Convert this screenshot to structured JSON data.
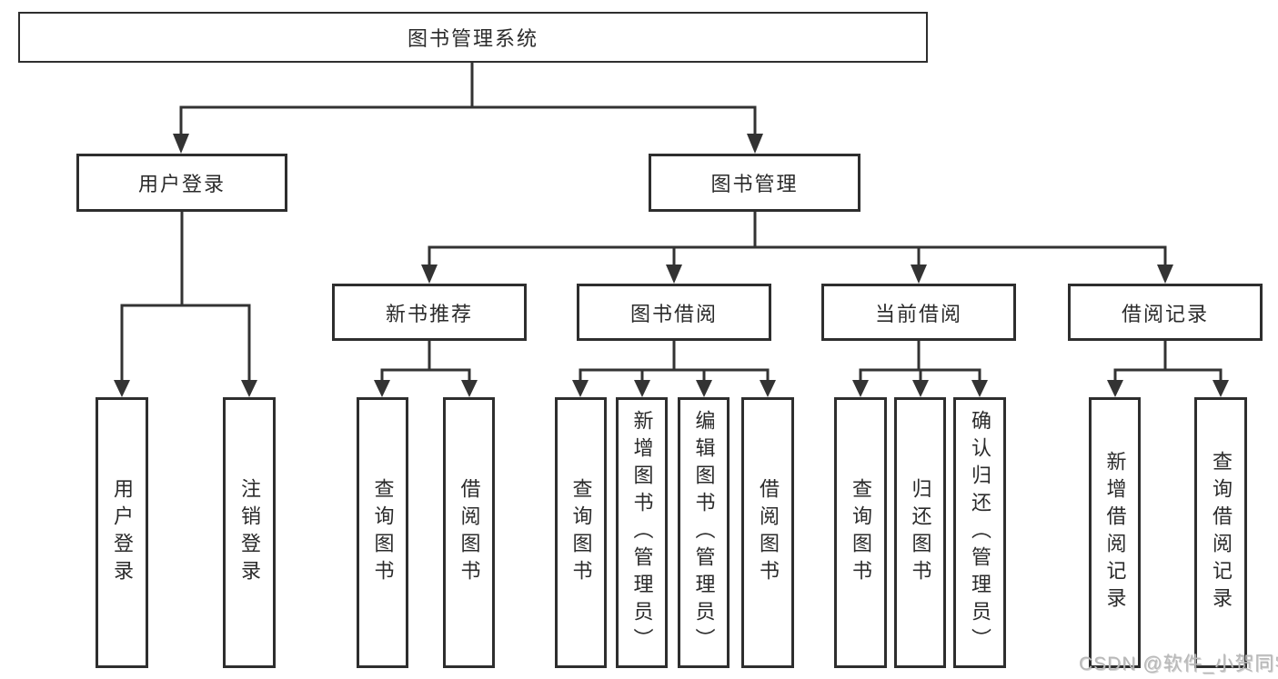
{
  "diagram_title": "图书管理系统",
  "nodes": [
    {
      "id": "root",
      "label": "图书管理系统",
      "level": 1,
      "parent": null
    },
    {
      "id": "user-login",
      "label": "用户登录",
      "level": 2,
      "parent": "root"
    },
    {
      "id": "book-management",
      "label": "图书管理",
      "level": 2,
      "parent": "root"
    },
    {
      "id": "new-book-recommendation",
      "label": "新书推荐",
      "level": 3,
      "parent": "book-management"
    },
    {
      "id": "book-borrowing",
      "label": "图书借阅",
      "level": 3,
      "parent": "book-management"
    },
    {
      "id": "current-borrowing",
      "label": "当前借阅",
      "level": 3,
      "parent": "book-management"
    },
    {
      "id": "borrowing-records",
      "label": "借阅记录",
      "level": 3,
      "parent": "book-management"
    },
    {
      "id": "user-login-leaf",
      "label": "用户登录",
      "level": 4,
      "parent": "user-login"
    },
    {
      "id": "logout",
      "label": "注销登录",
      "level": 4,
      "parent": "user-login"
    },
    {
      "id": "query-books-recommend",
      "label": "查询图书",
      "level": 4,
      "parent": "new-book-recommendation"
    },
    {
      "id": "borrow-books-recommend",
      "label": "借阅图书",
      "level": 4,
      "parent": "new-book-recommendation"
    },
    {
      "id": "query-books-borrowing",
      "label": "查询图书",
      "level": 4,
      "parent": "book-borrowing"
    },
    {
      "id": "add-books-admin",
      "label": "新增图书（管理员）",
      "level": 4,
      "parent": "book-borrowing"
    },
    {
      "id": "edit-books-admin",
      "label": "编辑图书（管理员）",
      "level": 4,
      "parent": "book-borrowing"
    },
    {
      "id": "borrow-books",
      "label": "借阅图书",
      "level": 4,
      "parent": "book-borrowing"
    },
    {
      "id": "query-books-current",
      "label": "查询图书",
      "level": 4,
      "parent": "current-borrowing"
    },
    {
      "id": "return-books",
      "label": "归还图书",
      "level": 4,
      "parent": "current-borrowing"
    },
    {
      "id": "confirm-return-admin",
      "label": "确认归还（管理员）",
      "level": 4,
      "parent": "current-borrowing"
    },
    {
      "id": "add-borrowing-record",
      "label": "新增借阅记录",
      "level": 4,
      "parent": "borrowing-records"
    },
    {
      "id": "query-borrowing-record",
      "label": "查询借阅记录",
      "level": 4,
      "parent": "borrowing-records"
    }
  ],
  "watermark": {
    "text": "CSDN @软件_小贺同学"
  },
  "colors": {
    "border": "#2e2e2e",
    "connector": "#333333",
    "text": "#2b2b2b",
    "watermark": "#b8b8b8",
    "background": "#ffffff"
  }
}
